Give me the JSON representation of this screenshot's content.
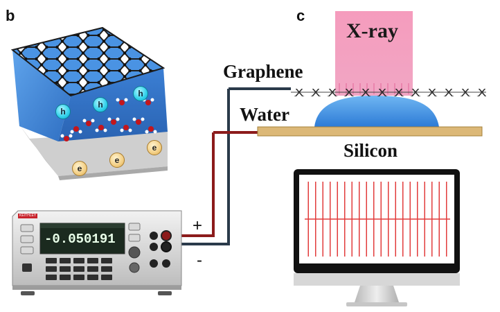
{
  "panel_b": {
    "label": "b",
    "hole_symbol": "h",
    "electron_symbol": "e"
  },
  "panel_c": {
    "label": "c",
    "xray_label": "X-ray",
    "graphene_label": "Graphene",
    "water_label": "Water",
    "silicon_label": "Silicon"
  },
  "meter": {
    "brand": "KEITHLEY",
    "reading": "-0.050191"
  },
  "terminals": {
    "plus": "+",
    "minus": "-"
  },
  "colors": {
    "xray_beam": "#f49fc0",
    "water": "#3f8fdc",
    "silicon": "#dcb877",
    "wire_positive": "#8c1b1b",
    "wire_negative": "#2a3a4a",
    "signal": "#e23b3b"
  }
}
